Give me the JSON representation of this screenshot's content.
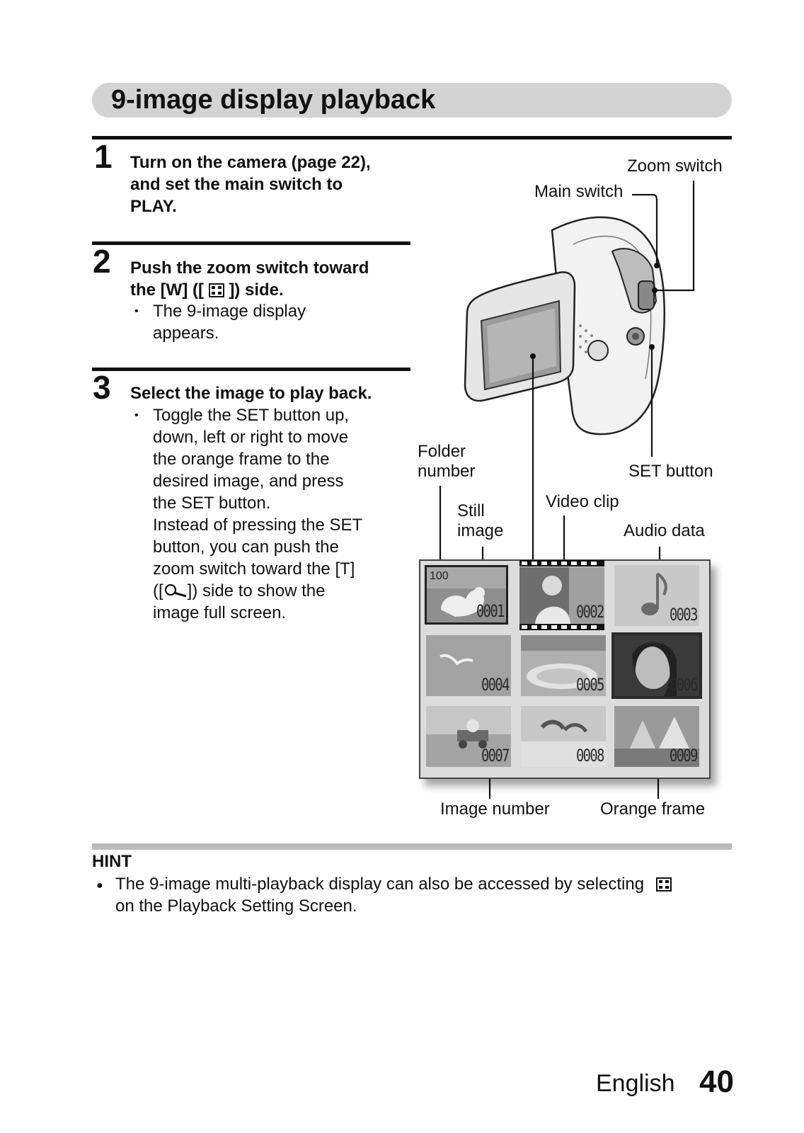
{
  "title": "9-image display playback",
  "steps": [
    {
      "number": "1",
      "heading_lines": [
        "Turn on the camera (page 22),",
        "and set the main switch to",
        "PLAY."
      ]
    },
    {
      "number": "2",
      "heading_line1": "Push the zoom switch toward",
      "heading_line2_pre": "the [W] ([",
      "heading_line2_post": "]) side.",
      "bullet_lines": [
        "The 9-image display",
        "appears."
      ]
    },
    {
      "number": "3",
      "heading": "Select the image to play back.",
      "bullet_lines": [
        "Toggle the SET button up,",
        "down, left or right to move",
        "the orange frame to the",
        "desired image, and press",
        "the SET button.",
        "Instead of pressing the SET",
        "button, you can push the",
        "zoom switch toward the [T]"
      ],
      "bullet_line9_pre": "([",
      "bullet_line9_post": "]) side to show the",
      "bullet_line10": "image full screen."
    }
  ],
  "bullet_char": "•",
  "labels": {
    "zoom_switch": "Zoom switch",
    "main_switch": "Main switch",
    "folder_number_l1": "Folder",
    "folder_number_l2": "number",
    "set_button": "SET button",
    "video_clip": "Video clip",
    "still_image_l1": "Still",
    "still_image_l2": "image",
    "audio_data": "Audio data",
    "image_number": "Image number",
    "orange_frame": "Orange frame"
  },
  "playback_grid": {
    "folder_number": "100",
    "tiles": [
      {
        "number": "0001",
        "kind": "still"
      },
      {
        "number": "0002",
        "kind": "video"
      },
      {
        "number": "0003",
        "kind": "audio"
      },
      {
        "number": "0004",
        "kind": "still"
      },
      {
        "number": "0005",
        "kind": "still"
      },
      {
        "number": "0006",
        "kind": "still",
        "selected": true
      },
      {
        "number": "0007",
        "kind": "still"
      },
      {
        "number": "0008",
        "kind": "still"
      },
      {
        "number": "0009",
        "kind": "still"
      }
    ]
  },
  "hint": {
    "heading": "HINT",
    "bullet": "●",
    "line1": "The 9-image multi-playback display can also be accessed by selecting",
    "line2": "on the Playback Setting Screen."
  },
  "footer": {
    "language": "English",
    "page_number": "40"
  }
}
